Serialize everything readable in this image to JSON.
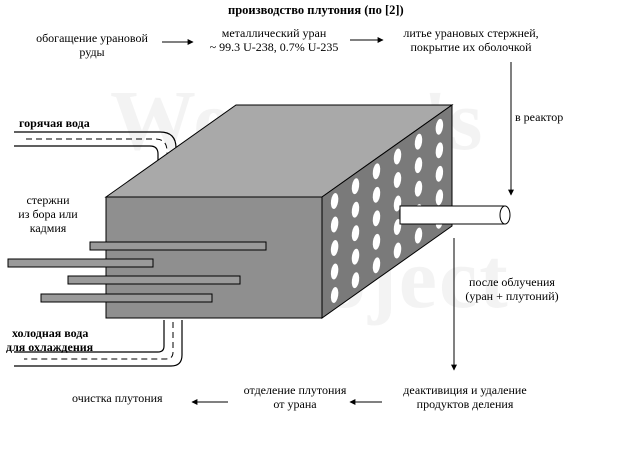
{
  "title": "производство плутония (по [2])",
  "watermark": {
    "line1": "Weapon's",
    "line2": "Project"
  },
  "steps": {
    "ore": [
      "обогащение урановой",
      "руды"
    ],
    "metal": [
      "металлический уран",
      "~ 99.3 U-238, 0.7% U-235"
    ],
    "casting": [
      "литье урановых стержней,",
      "покрытие их оболочкой"
    ],
    "to_reactor": "в реактор",
    "after_irradiation": [
      "после облучения",
      "(уран + плутоний)"
    ],
    "deactivation": [
      "деактивиция и удаление",
      "продуктов деления"
    ],
    "separation": [
      "отделение плутония",
      "от урана"
    ],
    "purification": "очистка плутония"
  },
  "reactor": {
    "hot_water": "горячая вода",
    "rods": [
      "стержни",
      "из бора или",
      "кадмия"
    ],
    "cold_water": [
      "холодная вода",
      "для охлаждения"
    ]
  },
  "colors": {
    "cube_front": "#8f8f8f",
    "cube_top": "#a9a9a9",
    "cube_side": "#7a7a7a",
    "line": "#000000"
  }
}
